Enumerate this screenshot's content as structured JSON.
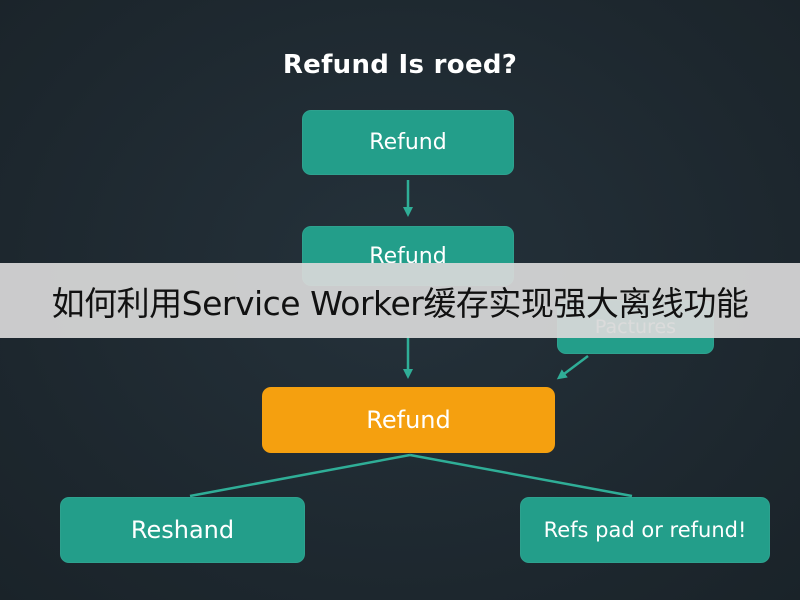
{
  "diagram": {
    "title": "Refund Is roed?",
    "nodes": {
      "top": "Refund",
      "second": "Refund",
      "side": "Pactures",
      "center": "Refund",
      "left": "Reshand",
      "right": "Refs pad or refund!"
    },
    "colors": {
      "background": "#1f2a32",
      "teal_node": "#239e8a",
      "orange_node": "#f5a00f",
      "connector": "#2fae97"
    }
  },
  "banner": {
    "text": "如何利用Service Worker缓存实现强大离线功能"
  }
}
